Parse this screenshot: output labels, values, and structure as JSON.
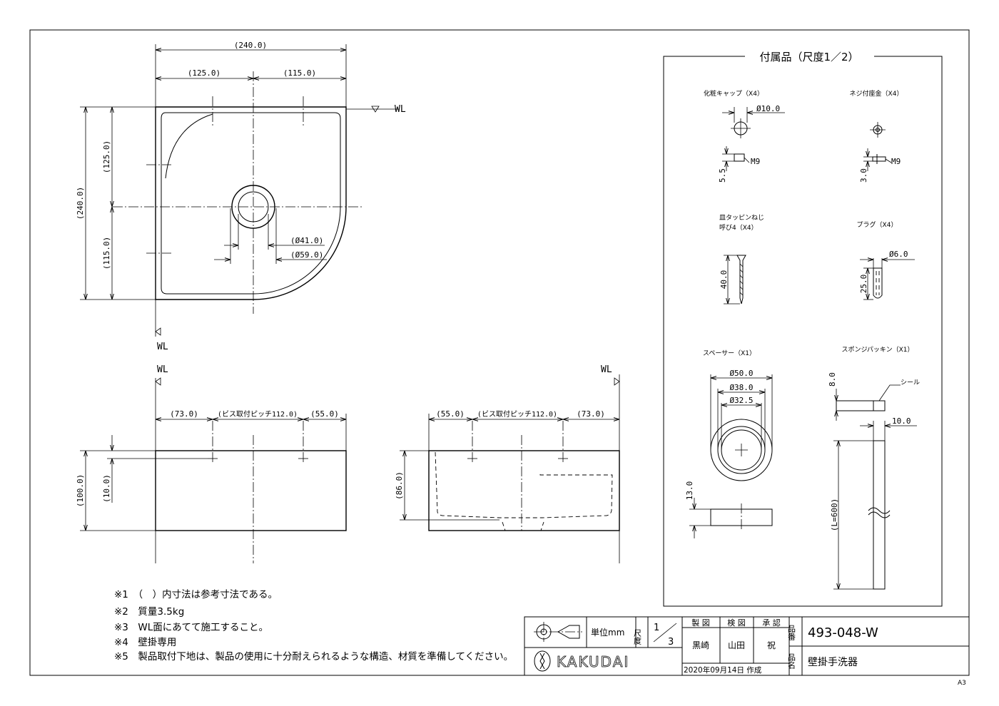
{
  "overall": {
    "width": "(240.0)",
    "left": "(125.0)",
    "right": "(115.0)",
    "height": "(240.0)",
    "upper": "(125.0)",
    "lower": "(115.0)",
    "drain_inner": "(Ø41.0)",
    "drain_outer": "(Ø59.0)",
    "wl": "WL"
  },
  "front_view": {
    "left": "(73.0)",
    "pitch": "(ビス取付ピッチ112.0)",
    "right": "(55.0)",
    "height": "(100.0)",
    "offset": "(10.0)",
    "wl": "WL"
  },
  "back_view": {
    "left": "(55.0)",
    "pitch": "(ビス取付ピッチ112.0)",
    "right": "(73.0)",
    "depth": "(86.0)",
    "wl": "WL"
  },
  "accessories": {
    "title": "付属品（尺度1／2）",
    "cap": {
      "label": "化粧キャップ（X4）",
      "dia": "Ø10.0",
      "thread": "M9",
      "h": "5.5"
    },
    "washer": {
      "label": "ネジ付座金（X4）",
      "thread": "M9",
      "h": "3.0"
    },
    "screw": {
      "label1": "皿タッピンねじ",
      "label2": "呼び4（X4）",
      "len": "40.0"
    },
    "plug": {
      "label": "プラグ（X4）",
      "dia": "Ø6.0",
      "len": "25.0"
    },
    "spacer": {
      "label": "スペーサー（X1）",
      "d1": "Ø50.0",
      "d2": "Ø38.0",
      "d3": "Ø32.5",
      "t": "13.0"
    },
    "sponge": {
      "label": "スポンジパッキン（X1）",
      "seal": "シール",
      "t": "8.0",
      "w": "10.0",
      "len": "(L=600)"
    }
  },
  "notes": [
    "※1　（　）内寸法は参考寸法である。",
    "※2　質量3.5kg",
    "※3　WL面にあてて施工すること。",
    "※4　壁掛専用",
    "※5　製品取付下地は、製品の使用に十分耐えられるような構造、材質を準備してください。"
  ],
  "title_block": {
    "unit": "単位mm",
    "scale_label": "尺度",
    "scale_num": "1",
    "scale_den": "3",
    "drawn_label": "製 図",
    "checked_label": "検 図",
    "approved_label": "承 認",
    "drawn_by": "黒崎",
    "checked_by": "山田",
    "approved_by": "祝",
    "date": "2020年09月14日 作成",
    "part_no_label": "品番",
    "part_no": "493-048-W",
    "part_name_label": "品名",
    "part_name": "壁掛手洗器",
    "company": "KAKUDAI",
    "sheet": "A3"
  }
}
